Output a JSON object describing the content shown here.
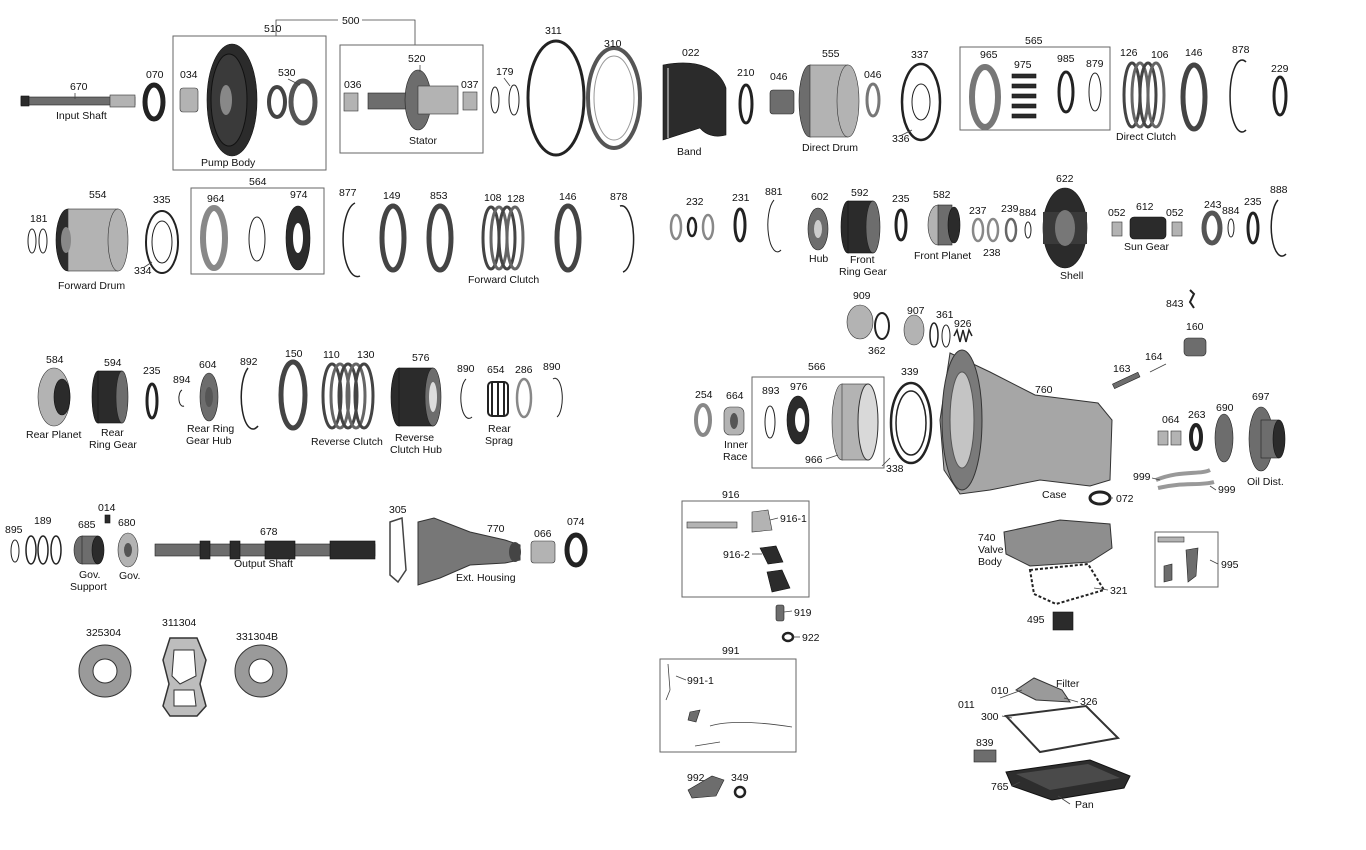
{
  "diagram": {
    "part_numbers": {
      "n670": "670",
      "n070": "070",
      "n034": "034",
      "n510": "510",
      "n500": "500",
      "n530": "530",
      "n520": "520",
      "n036": "036",
      "n037": "037",
      "n179": "179",
      "n311": "311",
      "n310": "310",
      "n022": "022",
      "n210": "210",
      "n046a": "046",
      "n555": "555",
      "n046b": "046",
      "n337": "337",
      "n336": "336",
      "n565": "565",
      "n965": "965",
      "n975": "975",
      "n985": "985",
      "n879": "879",
      "n126": "126",
      "n106": "106",
      "n146a": "146",
      "n878a": "878",
      "n229": "229",
      "n181": "181",
      "n554": "554",
      "n335": "335",
      "n334": "334",
      "n564": "564",
      "n964": "964",
      "n974": "974",
      "n877": "877",
      "n149": "149",
      "n853": "853",
      "n108": "108",
      "n128": "128",
      "n146b": "146",
      "n878b": "878",
      "n232": "232",
      "n231": "231",
      "n881": "881",
      "n602": "602",
      "n592": "592",
      "n235a": "235",
      "n582": "582",
      "n237": "237",
      "n239": "239",
      "n884a": "884",
      "n238": "238",
      "n622": "622",
      "n052a": "052",
      "n612": "612",
      "n052b": "052",
      "n243": "243",
      "n884b": "884",
      "n235b": "235",
      "n888": "888",
      "n909": "909",
      "n362": "362",
      "n907": "907",
      "n361": "361",
      "n926": "926",
      "n843": "843",
      "n160": "160",
      "n164": "164",
      "n163": "163",
      "n584": "584",
      "n594": "594",
      "n235c": "235",
      "n894": "894",
      "n604": "604",
      "n892": "892",
      "n150": "150",
      "n110": "110",
      "n130": "130",
      "n576": "576",
      "n890a": "890",
      "n654": "654",
      "n286": "286",
      "n890b": "890",
      "n254": "254",
      "n664": "664",
      "n566": "566",
      "n893": "893",
      "n976": "976",
      "n966": "966",
      "n339": "339",
      "n338": "338",
      "n760": "760",
      "n064": "064",
      "n263": "263",
      "n690": "690",
      "n697": "697",
      "n999a": "999",
      "n999b": "999",
      "n072": "072",
      "n895": "895",
      "n189": "189",
      "n014": "014",
      "n685": "685",
      "n680": "680",
      "n678": "678",
      "n305": "305",
      "n770": "770",
      "n066": "066",
      "n074": "074",
      "n916": "916",
      "n916_1": "916-1",
      "n916_2": "916-2",
      "n919": "919",
      "n922": "922",
      "n991": "991",
      "n991_1": "991-1",
      "n992": "992",
      "n349": "349",
      "n740": "740",
      "n321": "321",
      "n995": "995",
      "n495": "495",
      "n010": "010",
      "n011": "011",
      "n326": "326",
      "n300": "300",
      "n839": "839",
      "n765": "765",
      "n325304": "325304",
      "n311304": "311304",
      "n331304b": "331304B"
    },
    "part_names": {
      "input_shaft": "Input Shaft",
      "pump_body": "Pump Body",
      "stator": "Stator",
      "band": "Band",
      "direct_drum": "Direct Drum",
      "direct_clutch": "Direct Clutch",
      "forward_drum": "Forward Drum",
      "forward_clutch": "Forward Clutch",
      "hub": "Hub",
      "front_ring_gear_1": "Front",
      "front_ring_gear_2": "Ring Gear",
      "front_planet": "Front Planet",
      "shell": "Shell",
      "sun_gear": "Sun Gear",
      "rear_planet": "Rear Planet",
      "rear_ring_gear_1": "Rear",
      "rear_ring_gear_2": "Ring Gear",
      "rear_ring_gear_hub_1": "Rear Ring",
      "rear_ring_gear_hub_2": "Gear Hub",
      "reverse_clutch": "Reverse Clutch",
      "reverse_clutch_hub_1": "Reverse",
      "reverse_clutch_hub_2": "Clutch Hub",
      "rear_sprag_1": "Rear",
      "rear_sprag_2": "Sprag",
      "inner_race_1": "Inner",
      "inner_race_2": "Race",
      "case": "Case",
      "oil_dist": "Oil Dist.",
      "gov_support_1": "Gov.",
      "gov_support_2": "Support",
      "gov": "Gov.",
      "output_shaft": "Output Shaft",
      "ext_housing": "Ext. Housing",
      "valve_body_1": "Valve",
      "valve_body_2": "Body",
      "filter": "Filter",
      "pan": "Pan"
    }
  }
}
